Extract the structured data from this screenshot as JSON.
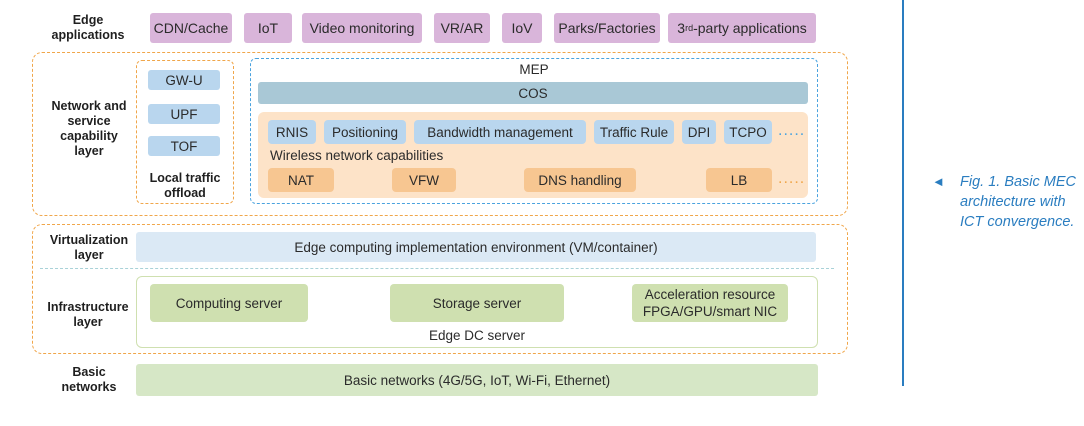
{
  "labels": {
    "edge_applications": "Edge applications",
    "network_service": "Network and service capability layer",
    "virtualization": "Virtualization layer",
    "infrastructure": "Infrastructure layer",
    "basic_networks": "Basic networks"
  },
  "edge_apps": [
    "CDN/Cache",
    "IoT",
    "Video monitoring",
    "VR/AR",
    "IoV",
    "Parks/Factories"
  ],
  "third_party": {
    "prefix": "3",
    "sup": "rd",
    "suffix": "-party applications"
  },
  "local_offload": {
    "items": [
      "GW-U",
      "UPF",
      "TOF"
    ],
    "title": "Local traffic offload"
  },
  "mep": {
    "title": "MEP",
    "cos": "COS",
    "capabilities": [
      "RNIS",
      "Positioning",
      "Bandwidth management",
      "Traffic Rule",
      "DPI",
      "TCPO"
    ],
    "wireless_label": "Wireless network capabilities",
    "services": [
      "NAT",
      "VFW",
      "DNS handling",
      "LB"
    ],
    "more": "....."
  },
  "virtualization": {
    "env": "Edge computing implementation environment (VM/container)"
  },
  "infrastructure": {
    "computing": "Computing server",
    "storage": "Storage server",
    "acceleration_line1": "Acceleration resource",
    "acceleration_line2": "FPGA/GPU/smart NIC",
    "dc": "Edge DC server"
  },
  "basic": {
    "networks": "Basic networks (4G/5G, IoT, Wi-Fi,  Ethernet)"
  },
  "caption": {
    "arrow": "◄",
    "text": "Fig. 1. Basic MEC architecture with ICT convergence."
  },
  "colors": {
    "purple": "#d9b5da",
    "blue": "#b9d6ee",
    "orange": "#f7c691",
    "green": "#cfe0b0",
    "cos": "#a9c8d6",
    "accent": "#2a7dc0"
  }
}
